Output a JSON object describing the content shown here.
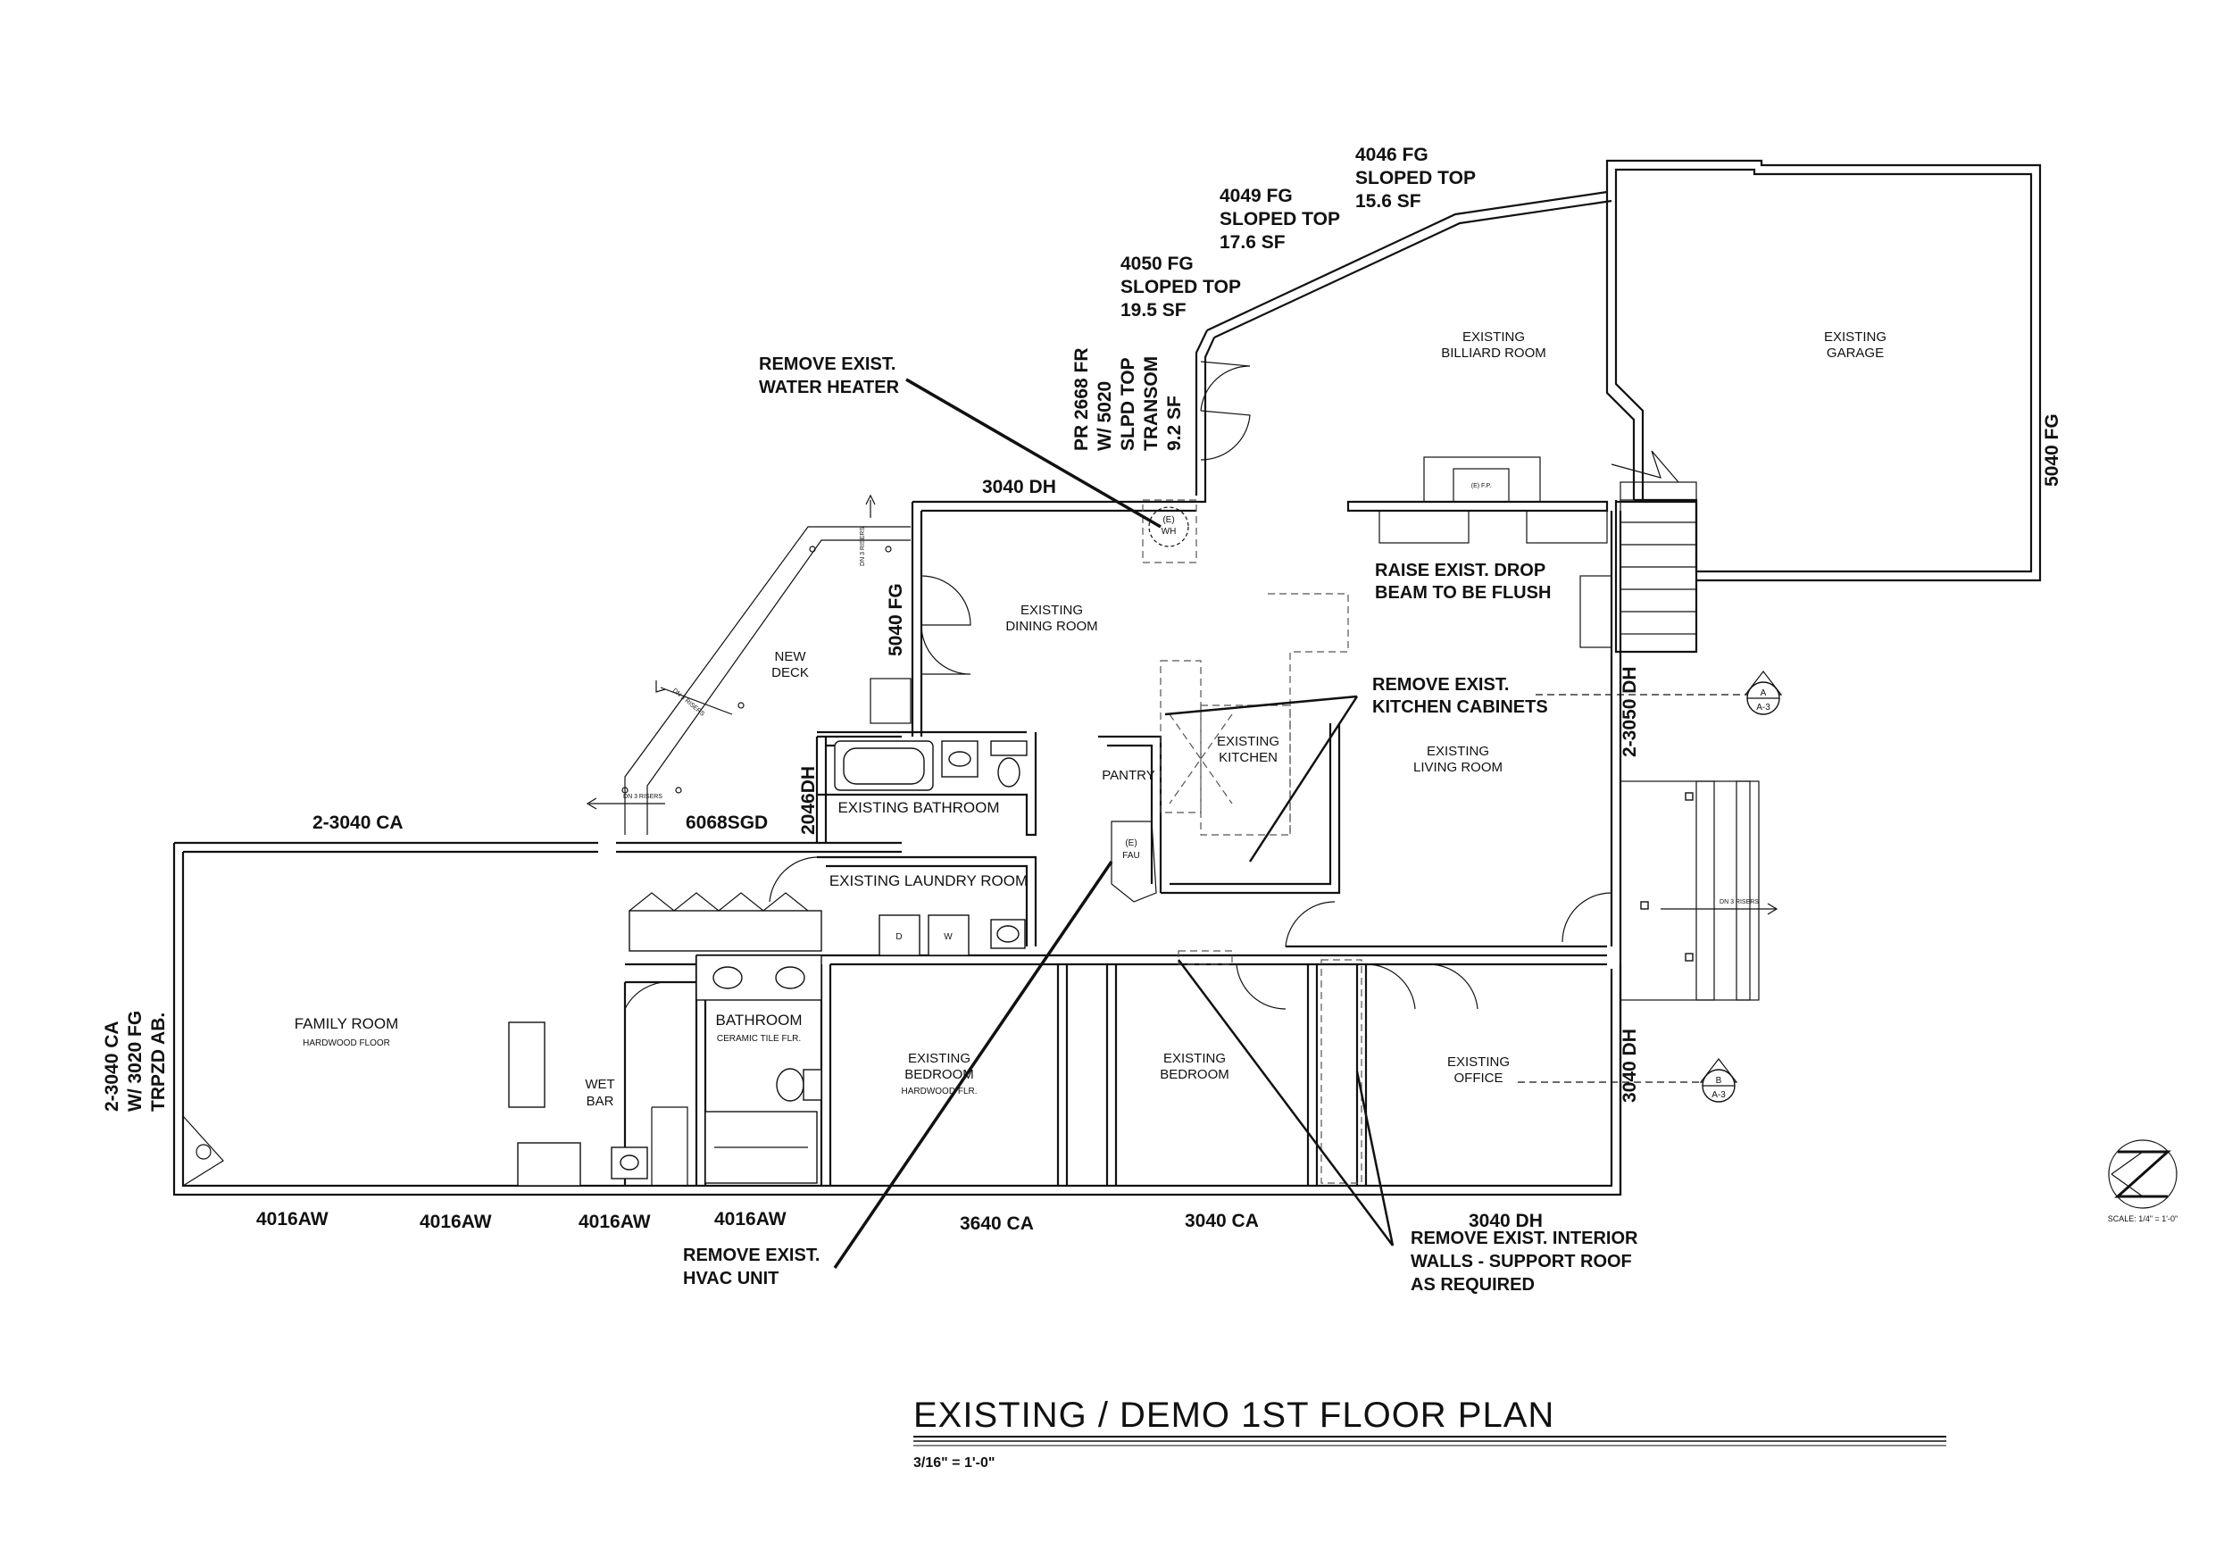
{
  "title": "EXISTING / DEMO 1ST FLOOR PLAN",
  "scale": "3/16\" = 1'-0\"",
  "north_arrow": {
    "icon": "north-arrow-icon",
    "scale_text": "SCALE: 1/4\" = 1'-0\""
  },
  "rooms": {
    "billiard": [
      "EXISTING",
      "BILLIARD ROOM"
    ],
    "garage": [
      "EXISTING",
      "GARAGE"
    ],
    "dining": [
      "EXISTING",
      "DINING ROOM"
    ],
    "kitchen": [
      "EXISTING",
      "KITCHEN"
    ],
    "living": [
      "EXISTING",
      "LIVING ROOM"
    ],
    "deck": [
      "NEW",
      "DECK"
    ],
    "pantry": "PANTRY",
    "bathroom_existing": "EXISTING BATHROOM",
    "laundry": "EXISTING LAUNDRY ROOM",
    "family": "FAMILY ROOM",
    "family_floor": "HARDWOOD FLOOR",
    "bathroom": "BATHROOM",
    "bathroom_floor": "CERAMIC TILE FLR.",
    "wet_bar": [
      "WET",
      "BAR"
    ],
    "bedroom1": [
      "EXISTING",
      "BEDROOM"
    ],
    "bedroom1_floor": "HARDWOOD FLR.",
    "bedroom2": [
      "EXISTING",
      "BEDROOM"
    ],
    "office": [
      "EXISTING",
      "OFFICE"
    ],
    "wh": [
      "(E)",
      "WH"
    ],
    "fau": [
      "(E)",
      "FAU"
    ],
    "fp": "(E) F.P.",
    "washer": "W",
    "dryer": "D"
  },
  "windows": {
    "w4046": [
      "4046 FG",
      "SLOPED TOP",
      "15.6 SF"
    ],
    "w4049": [
      "4049 FG",
      "SLOPED TOP",
      "17.6 SF"
    ],
    "w4050": [
      "4050 FG",
      "SLOPED TOP",
      "19.5 SF"
    ],
    "pr_door": [
      "PR 2668 FR",
      "W/ 5020",
      "SLPD TOP",
      "TRANSOM",
      "9.2 SF"
    ],
    "dh_3040_top": "3040 DH",
    "fg_5040_dining": "5040 FG",
    "fg_5040_garage": "5040 FG",
    "dh_2_3050": "2-3050 DH",
    "dh_3040_right": "3040 DH",
    "ca_2_3040_top": "2-3040 CA",
    "sgd_6068": "6068SGD",
    "dh_2046": "2046DH",
    "left_side": [
      "2-3040 CA",
      "W/ 3020 FG",
      "TRPZD AB."
    ],
    "bottom": [
      "4016AW",
      "4016AW",
      "4016AW",
      "4016AW",
      "3640 CA",
      "3040 CA",
      "3040 DH"
    ]
  },
  "notes": {
    "water_heater": [
      "REMOVE EXIST.",
      "WATER HEATER"
    ],
    "drop_beam": [
      "RAISE EXIST. DROP",
      "BEAM TO BE FLUSH"
    ],
    "kitchen_cabinets": [
      "REMOVE EXIST.",
      "KITCHEN CABINETS"
    ],
    "hvac": [
      "REMOVE EXIST.",
      "HVAC UNIT"
    ],
    "interior_walls": [
      "REMOVE EXIST. INTERIOR",
      "WALLS - SUPPORT ROOF",
      "AS REQUIRED"
    ]
  },
  "risers": [
    "DN 3 RISERS",
    "DN 3 RISERS",
    "DN 3 RISERS",
    "DN 3 RISERS"
  ],
  "sections": {
    "a": {
      "letter": "A",
      "sheet": "A-3"
    },
    "b": {
      "letter": "B",
      "sheet": "A-3"
    }
  }
}
